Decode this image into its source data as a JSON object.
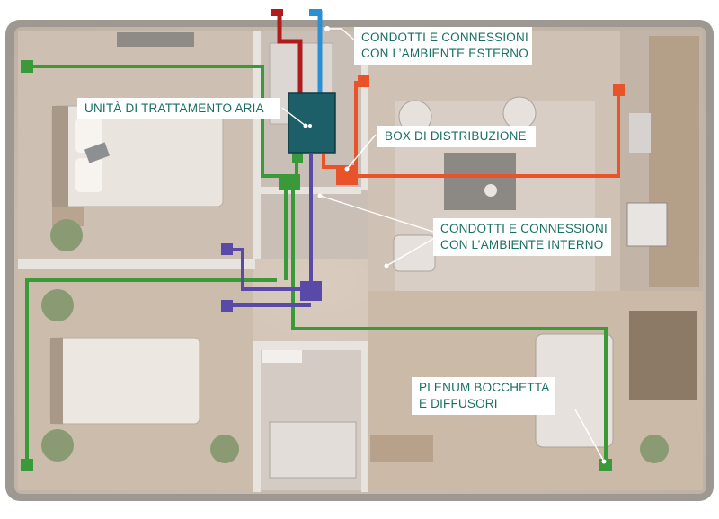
{
  "labels": {
    "outdoor_ducts": {
      "line1": "CONDOTTI E CONNESSIONI",
      "line2": "CON L’AMBIENTE ESTERNO"
    },
    "air_handling_unit": "UNITÀ DI TRATTAMENTO ARIA",
    "distribution_box": "BOX DI DISTRIBUZIONE",
    "indoor_ducts": {
      "line1": "CONDOTTI E CONNESSIONI",
      "line2": "CON L’AMBIENTE INTERNO"
    },
    "plenum_diffusers": {
      "line1": "PLENUM BOCCHETTA",
      "line2": "E DIFFUSORI"
    }
  },
  "colors": {
    "outdoor_supply_duct": "#b01c1c",
    "outdoor_exhaust_duct": "#2b8fd6",
    "supply_duct": "#e8532a",
    "extract_duct": "#5a4aa8",
    "green_duct": "#3a9a3a",
    "unit_body": "#1d5f68",
    "label_text": "#1a6f63"
  }
}
